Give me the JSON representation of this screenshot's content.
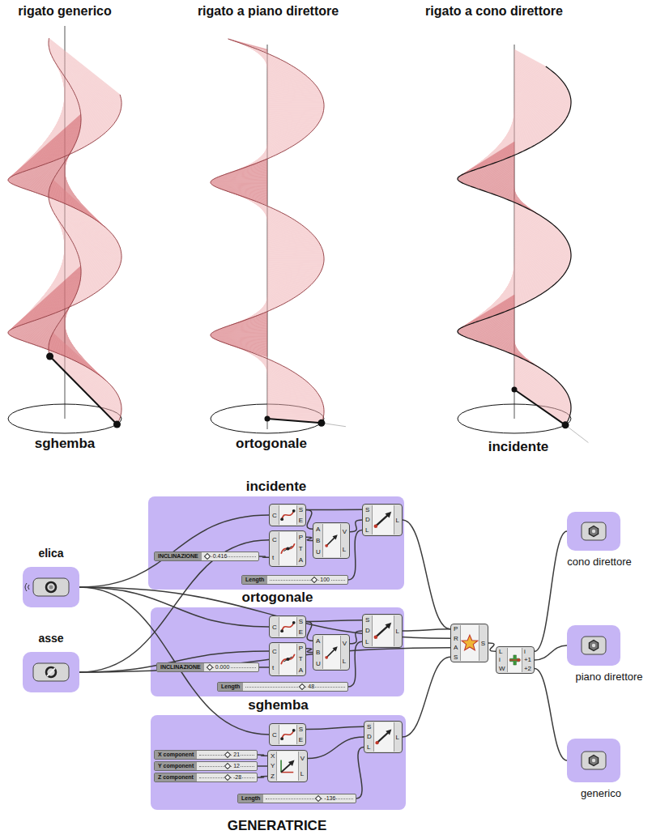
{
  "diagram": {
    "caption": "GENERATRICE",
    "nodes": [
      {
        "text": [
          "incidente"
        ]
      },
      {
        "text": [
          "C",
          "S",
          "E"
        ],
        "in": 0
      },
      {
        "text": [
          "C",
          "t",
          "P",
          "T",
          "A"
        ],
        "in": 0
      },
      {
        "text": [
          "INCLINAZIONE",
          "0.416"
        ],
        "in": 0
      },
      {
        "text": [
          "A",
          "B",
          "U",
          "V",
          "L"
        ],
        "in": 0
      },
      {
        "text": [
          "S",
          "D",
          "L",
          "L"
        ],
        "in": 0
      },
      {
        "text": [
          "Length",
          "100"
        ],
        "in": 0
      },
      {
        "text": [
          "ortogonale"
        ]
      },
      {
        "text": [
          "C",
          "S",
          "E"
        ],
        "in": 7
      },
      {
        "text": [
          "C",
          "t",
          "P",
          "T",
          "A"
        ],
        "in": 7
      },
      {
        "text": [
          "INCLINAZIONE",
          "0.000"
        ],
        "in": 7
      },
      {
        "text": [
          "A",
          "B",
          "U",
          "V",
          "L"
        ],
        "in": 7
      },
      {
        "text": [
          "S",
          "D",
          "L",
          "L"
        ],
        "in": 7
      },
      {
        "text": [
          "Length",
          "48"
        ],
        "in": 7
      },
      {
        "text": [
          "sghemba"
        ]
      },
      {
        "text": [
          "C",
          "S",
          "E"
        ],
        "in": 14
      },
      {
        "text": [
          "X component",
          "21"
        ],
        "in": 14
      },
      {
        "text": [
          "Y component",
          "12"
        ],
        "in": 14
      },
      {
        "text": [
          "Z component",
          "-28"
        ],
        "in": 14
      },
      {
        "text": [
          "X",
          "Y",
          "Z",
          "V",
          "L"
        ],
        "in": 14
      },
      {
        "text": [
          "S",
          "D",
          "L",
          "L"
        ],
        "in": 14
      },
      {
        "text": [
          "Length",
          "-136"
        ],
        "in": 14
      },
      {
        "text": [
          "elica"
        ]
      },
      {
        "text": [
          "asse"
        ]
      },
      {
        "text": [
          "P",
          "R",
          "A",
          "S",
          "S"
        ]
      },
      {
        "text": [
          "L",
          "i",
          "W",
          "i",
          "+1",
          "+2"
        ]
      },
      {
        "text": [
          "cono direttore"
        ]
      },
      {
        "text": [
          "piano direttore"
        ]
      },
      {
        "text": [
          "generico"
        ]
      }
    ],
    "edges": [
      {
        "from": 22,
        "to": 1,
        "arrow": "none"
      },
      {
        "from": 22,
        "to": 8,
        "arrow": "none"
      },
      {
        "from": 22,
        "to": 15,
        "arrow": "none"
      },
      {
        "from": 22,
        "to": 24,
        "arrow": "none"
      },
      {
        "from": 23,
        "to": 2,
        "arrow": "none"
      },
      {
        "from": 23,
        "to": 9,
        "arrow": "none"
      },
      {
        "from": 23,
        "to": 24,
        "arrow": "none"
      },
      {
        "from": 3,
        "to": 2,
        "arrow": "none"
      },
      {
        "from": 1,
        "to": 4,
        "arrow": "none"
      },
      {
        "from": 2,
        "to": 4,
        "arrow": "none"
      },
      {
        "from": 1,
        "to": 5,
        "arrow": "none"
      },
      {
        "from": 4,
        "to": 5,
        "arrow": "none"
      },
      {
        "from": 6,
        "to": 5,
        "arrow": "none"
      },
      {
        "from": 10,
        "to": 9,
        "arrow": "none"
      },
      {
        "from": 8,
        "to": 11,
        "arrow": "none"
      },
      {
        "from": 9,
        "to": 11,
        "arrow": "none"
      },
      {
        "from": 8,
        "to": 12,
        "arrow": "none"
      },
      {
        "from": 11,
        "to": 12,
        "arrow": "none"
      },
      {
        "from": 13,
        "to": 12,
        "arrow": "none"
      },
      {
        "from": 15,
        "to": 20,
        "arrow": "none"
      },
      {
        "from": 16,
        "to": 19,
        "arrow": "none"
      },
      {
        "from": 17,
        "to": 19,
        "arrow": "none"
      },
      {
        "from": 18,
        "to": 19,
        "arrow": "none"
      },
      {
        "from": 19,
        "to": 20,
        "arrow": "none"
      },
      {
        "from": 21,
        "to": 20,
        "arrow": "none"
      },
      {
        "from": 5,
        "to": 24,
        "arrow": "none"
      },
      {
        "from": 12,
        "to": 24,
        "arrow": "none"
      },
      {
        "from": 20,
        "to": 24,
        "arrow": "none"
      },
      {
        "from": 24,
        "to": 25,
        "arrow": "none"
      },
      {
        "from": 25,
        "to": 26,
        "arrow": "none"
      },
      {
        "from": 25,
        "to": 27,
        "arrow": "none"
      },
      {
        "from": 25,
        "to": 28,
        "arrow": "none"
      }
    ],
    "labels": [
      "rigato generico",
      "rigato a piano direttore",
      "rigato a cono direttore",
      "sghemba",
      "ortogonale",
      "incidente"
    ]
  }
}
